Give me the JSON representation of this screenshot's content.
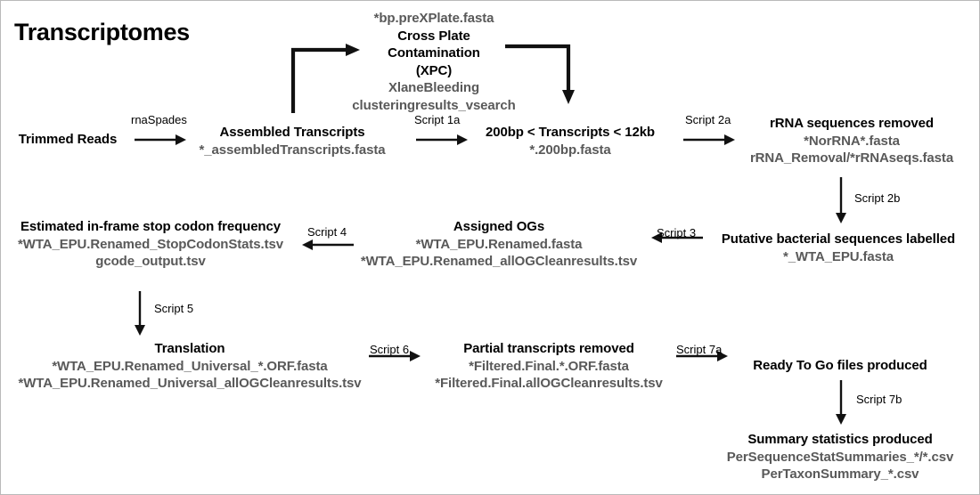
{
  "page": {
    "title": "Transcriptomes",
    "accent_text_color": "#000000",
    "file_text_color": "#595959",
    "arrow_color": "#111111",
    "background": "#ffffff"
  },
  "nodes": {
    "trimmed_reads": {
      "title": "Trimmed Reads",
      "files": []
    },
    "assembled": {
      "title": "Assembled Transcripts",
      "files": [
        "*_assembledTranscripts.fasta"
      ]
    },
    "xpc": {
      "pre_file": "*bp.preXPlate.fasta",
      "title_line1": "Cross Plate",
      "title_line2": "Contamination",
      "title_line3": "(XPC)",
      "files": [
        "XlaneBleeding",
        "clusteringresults_vsearch"
      ]
    },
    "length_filter": {
      "title": "200bp < Transcripts < 12kb",
      "files": [
        "*.200bp.fasta"
      ]
    },
    "rrna_removed": {
      "title": "rRNA sequences removed",
      "files": [
        "*NorRNA*.fasta",
        "rRNA_Removal/*rRNAseqs.fasta"
      ]
    },
    "bacterial_labelled": {
      "title": "Putative bacterial sequences labelled",
      "files": [
        "*_WTA_EPU.fasta"
      ]
    },
    "assigned_ogs": {
      "title": "Assigned OGs",
      "files": [
        "*WTA_EPU.Renamed.fasta",
        "*WTA_EPU.Renamed_allOGCleanresults.tsv"
      ]
    },
    "stop_codon": {
      "title": "Estimated in-frame stop codon frequency",
      "files": [
        "*WTA_EPU.Renamed_StopCodonStats.tsv",
        "gcode_output.tsv"
      ]
    },
    "translation": {
      "title": "Translation",
      "files": [
        "*WTA_EPU.Renamed_Universal_*.ORF.fasta",
        "*WTA_EPU.Renamed_Universal_allOGCleanresults.tsv"
      ]
    },
    "partial_removed": {
      "title": "Partial transcripts removed",
      "files": [
        "*Filtered.Final.*.ORF.fasta",
        "*Filtered.Final.allOGCleanresults.tsv"
      ]
    },
    "ready_to_go": {
      "title": "Ready To Go files produced",
      "files": []
    },
    "summary_stats": {
      "title": "Summary statistics produced",
      "files": [
        "PerSequenceStatSummaries_*/*.csv",
        "PerTaxonSummary_*.csv"
      ]
    }
  },
  "edges": {
    "rnaspades": "rnaSpades",
    "script1a": "Script 1a",
    "script2a": "Script 2a",
    "script2b": "Script 2b",
    "script3": "Script 3",
    "script4": "Script 4",
    "script5": "Script 5",
    "script6": "Script 6",
    "script7a": "Script 7a",
    "script7b": "Script 7b"
  }
}
